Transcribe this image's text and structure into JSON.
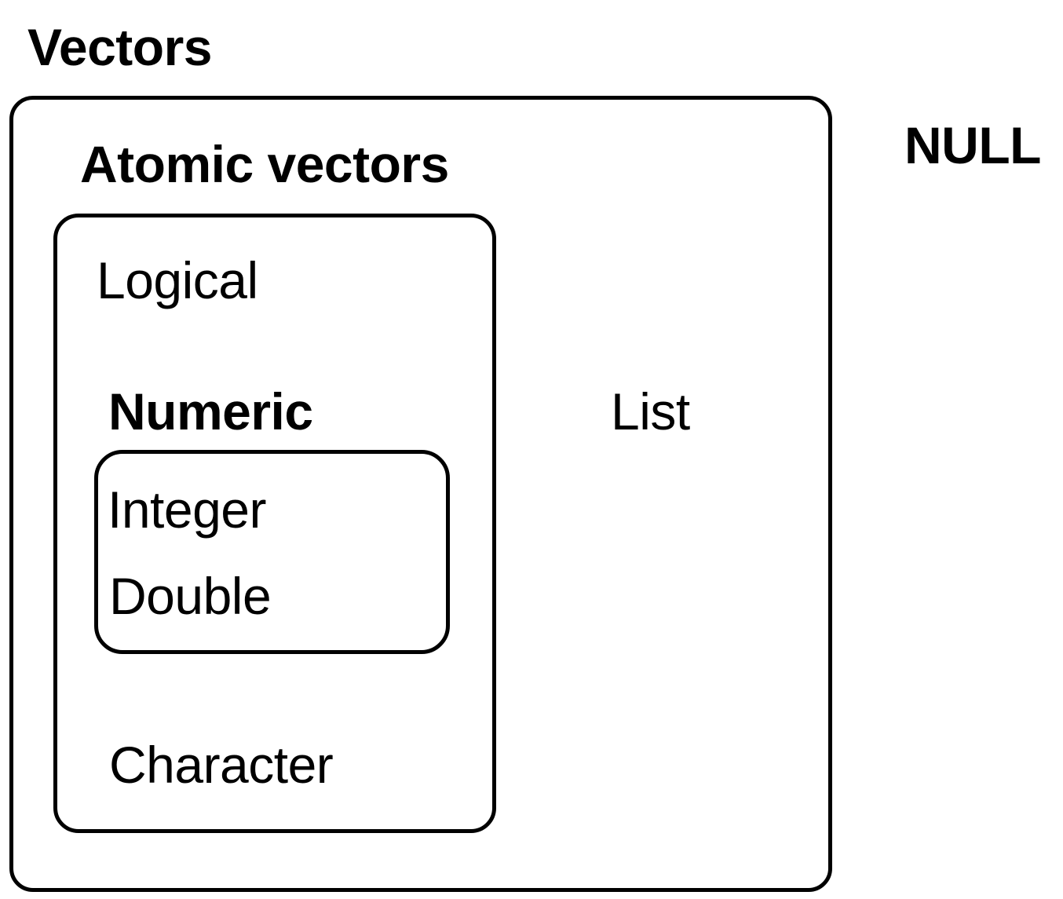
{
  "colors": {
    "ink": "#000000",
    "background": "#ffffff"
  },
  "labels": {
    "title": "Vectors",
    "null": "NULL",
    "atomic_vectors": "Atomic vectors",
    "logical": "Logical",
    "numeric": "Numeric",
    "integer": "Integer",
    "double": "Double",
    "character": "Character",
    "list": "List"
  },
  "hierarchy": {
    "Vectors": {
      "Atomic vectors": {
        "types": [
          "Logical",
          "Numeric",
          "Character"
        ],
        "Numeric": [
          "Integer",
          "Double"
        ]
      },
      "other": [
        "List"
      ]
    },
    "outside": [
      "NULL"
    ]
  }
}
